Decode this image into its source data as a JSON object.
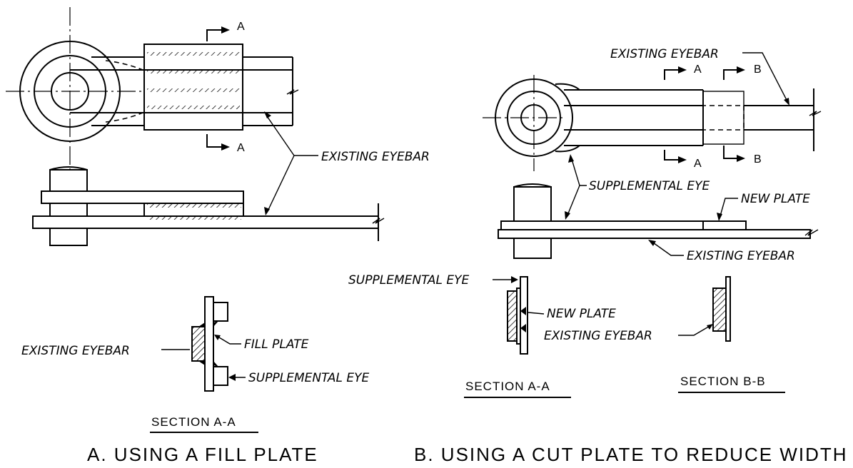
{
  "labels": {
    "a_existing_eyebar": "EXISTING EYEBAR",
    "a_existing_eyebar_section": "EXISTING EYEBAR",
    "a_fill_plate": "FILL PLATE",
    "a_supplemental_eye": "SUPPLEMENTAL EYE",
    "a_section": "SECTION A-A",
    "a_caption": "A. USING A FILL PLATE",
    "b_existing_eyebar_top": "EXISTING EYEBAR",
    "b_supplemental_eye": "SUPPLEMENTAL EYE",
    "b_new_plate": "NEW PLATE",
    "b_existing_eyebar_mid": "EXISTING EYEBAR",
    "b_supplemental_eye_section": "SUPPLEMENTAL EYE",
    "b_new_plate_section": "NEW PLATE",
    "b_existing_eyebar_section": "EXISTING EYEBAR",
    "b_section_aa": "SECTION A-A",
    "b_section_bb": "SECTION B-B",
    "b_caption": "B. USING A CUT PLATE TO REDUCE WIDTH"
  },
  "section_marks": {
    "a_top": "A",
    "a_bottom": "A",
    "b_a_top": "A",
    "b_b_top": "B",
    "b_a_bottom": "A",
    "b_b_bottom": "B"
  }
}
